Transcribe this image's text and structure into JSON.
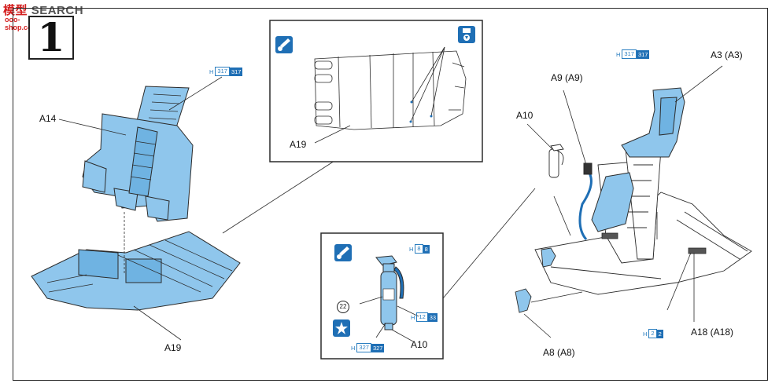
{
  "watermark": {
    "site_cjk": "模型",
    "site_latin": "SEARCH",
    "url": "ooo-shop.com"
  },
  "step": {
    "number": "1"
  },
  "parts": {
    "a14": "A14",
    "a19_main": "A19",
    "a19_inset": "A19",
    "a10_inset": "A10",
    "a10_right": "A10",
    "a9": "A9 (A9)",
    "a3": "A3 (A3)",
    "a18": "A18 (A18)",
    "a8": "A8 (A8)"
  },
  "callout": {
    "number": "22"
  },
  "paint_refs": {
    "left": {
      "prefix": "H",
      "outline": "317",
      "fill": "317"
    },
    "right_top": {
      "prefix": "H",
      "outline": "317",
      "fill": "317"
    },
    "inset_top": {
      "prefix": "H",
      "outline": "8",
      "fill": "8"
    },
    "inset_mid": {
      "prefix": "H",
      "outline": "12",
      "fill": "33"
    },
    "inset_bottom": {
      "prefix": "H",
      "outline": "327",
      "fill": "327"
    },
    "right_bottom": {
      "prefix": "H",
      "outline": "2",
      "fill": "2"
    }
  },
  "colors": {
    "part_fill": "#8fc6ec",
    "part_stroke": "#2b2b2b",
    "accent": "#1f6fb5"
  },
  "icons": [
    "paint-brush-icon",
    "star-icon",
    "glue-down-icon"
  ]
}
